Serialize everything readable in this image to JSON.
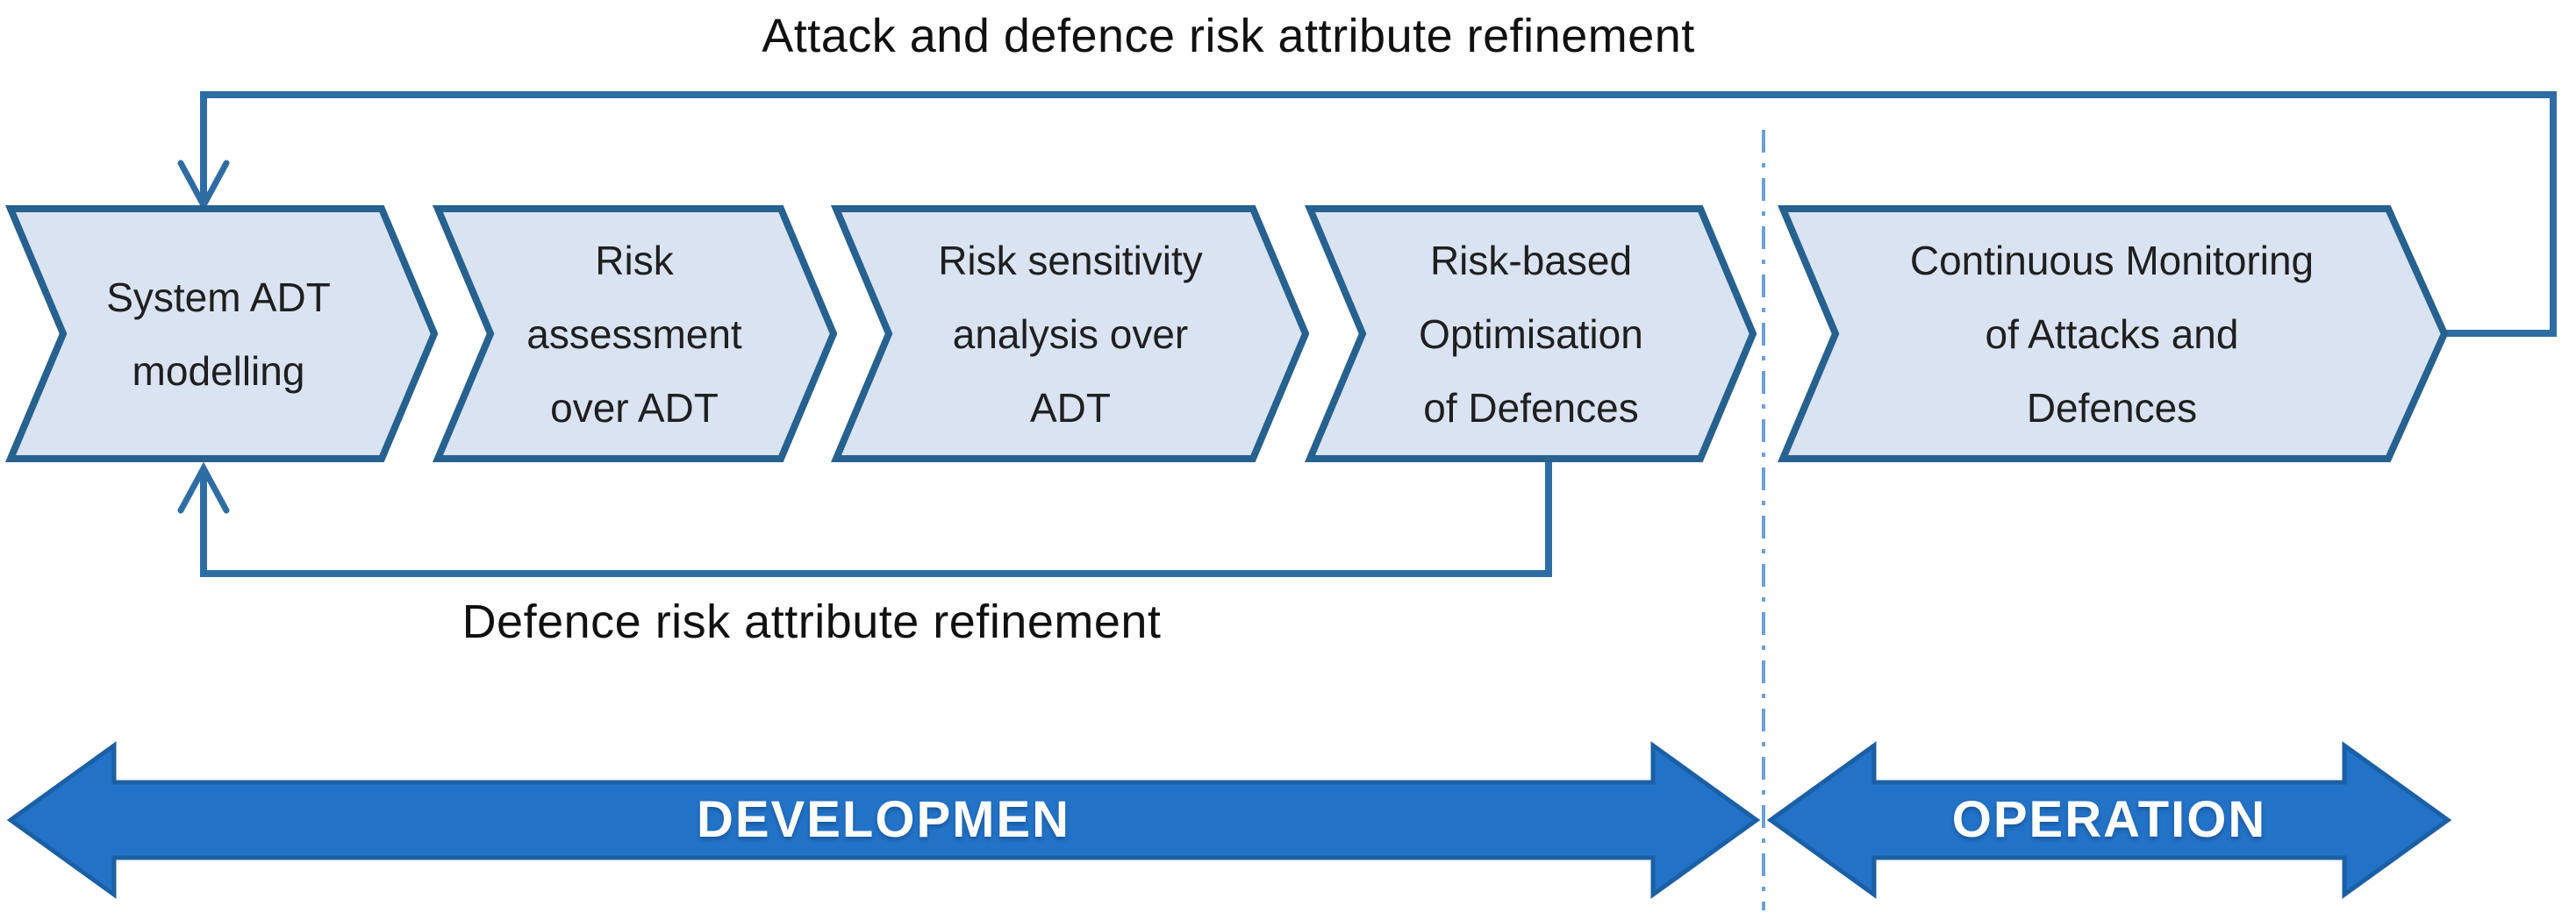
{
  "diagram": {
    "top_loop_label": "Attack and defence risk attribute refinement",
    "bottom_loop_label": "Defence risk attribute refinement",
    "chevrons": [
      {
        "lines": [
          "System ADT",
          "modelling"
        ]
      },
      {
        "lines": [
          "Risk",
          "assessment",
          "over ADT"
        ]
      },
      {
        "lines": [
          "Risk sensitivity",
          "analysis over",
          "ADT"
        ]
      },
      {
        "lines": [
          "Risk-based",
          "Optimisation",
          "of Defences"
        ]
      },
      {
        "lines": [
          "Continuous Monitoring",
          "of Attacks and",
          "Defences"
        ]
      }
    ],
    "phases": [
      {
        "label": "DEVELOPMEN"
      },
      {
        "label": "OPERATION"
      }
    ],
    "colors": {
      "chevron_fill": "#d9e3f1",
      "chevron_border": "#26618f",
      "connector": "#2e6da4",
      "divider": "#6b9fd8",
      "phase_arrow_fill": "#2272c7",
      "phase_arrow_border": "#1b5fa5",
      "phase_text": "#ffffff",
      "label_text": "#111111"
    }
  }
}
